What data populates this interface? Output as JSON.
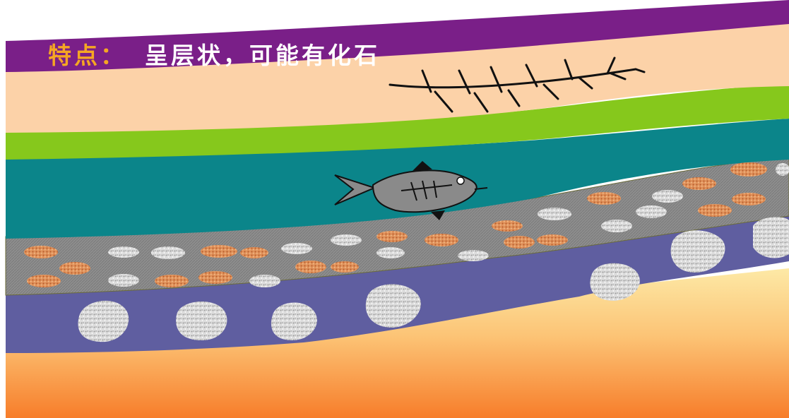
{
  "title_fragment": "",
  "caption": {
    "key": "特点",
    "separator": "：",
    "description": "呈层状，可能有化石"
  },
  "fossils": [
    "plant-fossil",
    "fish-fossil"
  ],
  "colors": {
    "top_purple": "#7a1f88",
    "peach": "#fcd2a8",
    "green": "#86c81c",
    "teal": "#0b858a",
    "gravel_gray": "#8d8d8d",
    "indigo": "#5f5ea0",
    "sand_orange": "#f9a25c",
    "rock_red": "#d96a3a",
    "fish_gray": "#8a8a8a"
  }
}
